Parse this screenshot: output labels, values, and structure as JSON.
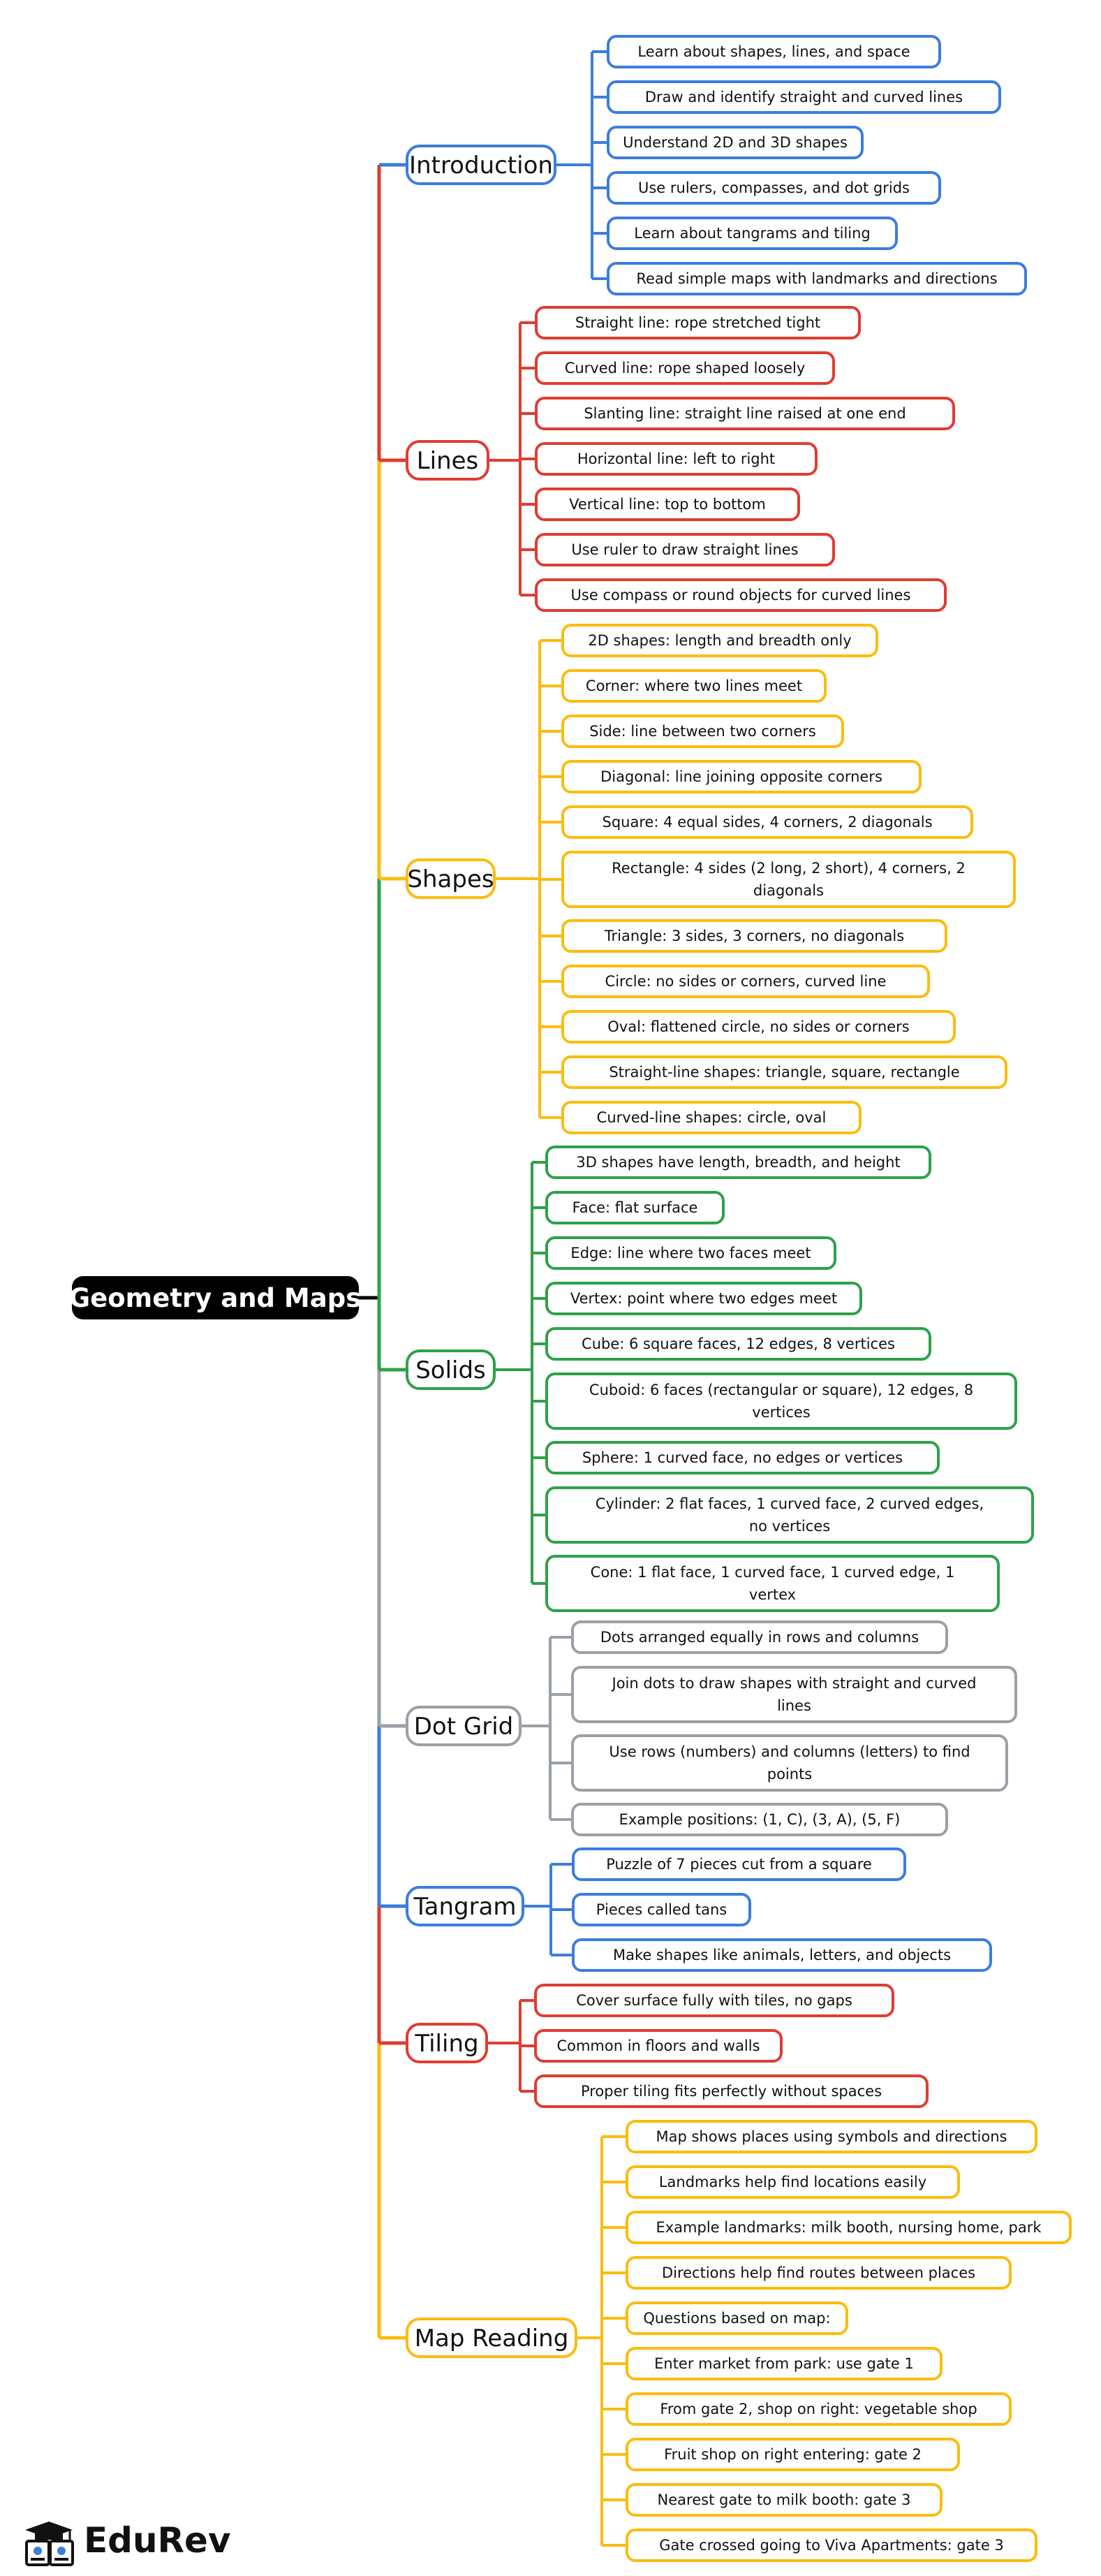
{
  "root": {
    "label": "Geometry and Maps",
    "color": "#000000"
  },
  "branches": [
    {
      "id": "introduction",
      "label": "Introduction",
      "color": "#3b7ddd",
      "items": [
        [
          "Learn about shapes, lines, and space"
        ],
        [
          "Draw and identify straight and curved lines"
        ],
        [
          "Understand 2D and 3D shapes"
        ],
        [
          "Use rulers, compasses, and dot grids"
        ],
        [
          "Learn about tangrams and tiling"
        ],
        [
          "Read simple maps with landmarks and directions"
        ]
      ]
    },
    {
      "id": "lines",
      "label": "Lines",
      "color": "#e03c31",
      "items": [
        [
          "Straight line: rope stretched tight"
        ],
        [
          "Curved line: rope shaped loosely"
        ],
        [
          "Slanting line: straight line raised at one end"
        ],
        [
          "Horizontal line: left to right"
        ],
        [
          "Vertical line: top to bottom"
        ],
        [
          "Use ruler to draw straight lines"
        ],
        [
          "Use compass or round objects for curved lines"
        ]
      ]
    },
    {
      "id": "shapes",
      "label": "Shapes",
      "color": "#fbbc0e",
      "items": [
        [
          "2D shapes: length and breadth only"
        ],
        [
          "Corner: where two lines meet"
        ],
        [
          "Side: line between two corners"
        ],
        [
          "Diagonal: line joining opposite corners"
        ],
        [
          "Square: 4 equal sides, 4 corners, 2 diagonals"
        ],
        [
          "Rectangle: 4 sides (2 long, 2 short), 4 corners, 2",
          "diagonals"
        ],
        [
          "Triangle: 3 sides, 3 corners, no diagonals"
        ],
        [
          "Circle: no sides or corners, curved line"
        ],
        [
          "Oval: flattened circle, no sides or corners"
        ],
        [
          "Straight-line shapes: triangle, square, rectangle"
        ],
        [
          "Curved-line shapes: circle, oval"
        ]
      ]
    },
    {
      "id": "solids",
      "label": "Solids",
      "color": "#2fa14a",
      "items": [
        [
          "3D shapes have length, breadth, and height"
        ],
        [
          "Face: flat surface"
        ],
        [
          "Edge: line where two faces meet"
        ],
        [
          "Vertex: point where two edges meet"
        ],
        [
          "Cube: 6 square faces, 12 edges, 8 vertices"
        ],
        [
          "Cuboid: 6 faces (rectangular or square), 12 edges, 8",
          "vertices"
        ],
        [
          "Sphere: 1 curved face, no edges or vertices"
        ],
        [
          "Cylinder: 2 flat faces, 1 curved face, 2 curved edges,",
          "no vertices"
        ],
        [
          "Cone: 1 flat face, 1 curved face, 1 curved edge, 1",
          "vertex"
        ]
      ]
    },
    {
      "id": "dot-grid",
      "label": "Dot Grid",
      "color": "#9aa0a6",
      "items": [
        [
          "Dots arranged equally in rows and columns"
        ],
        [
          "Join dots to draw shapes with straight and curved",
          "lines"
        ],
        [
          "Use rows (numbers) and columns (letters) to find",
          "points"
        ],
        [
          "Example positions: (1, C), (3, A), (5, F)"
        ]
      ]
    },
    {
      "id": "tangram",
      "label": "Tangram",
      "color": "#3b7ddd",
      "items": [
        [
          "Puzzle of 7 pieces cut from a square"
        ],
        [
          "Pieces called tans"
        ],
        [
          "Make shapes like animals, letters, and objects"
        ]
      ]
    },
    {
      "id": "tiling",
      "label": "Tiling",
      "color": "#e03c31",
      "items": [
        [
          "Cover surface fully with tiles, no gaps"
        ],
        [
          "Common in floors and walls"
        ],
        [
          "Proper tiling fits perfectly without spaces"
        ]
      ]
    },
    {
      "id": "map-reading",
      "label": "Map Reading",
      "color": "#fbbc0e",
      "items": [
        [
          "Map shows places using symbols and directions"
        ],
        [
          "Landmarks help find locations easily"
        ],
        [
          "Example landmarks: milk booth, nursing home, park"
        ],
        [
          "Directions help find routes between places"
        ],
        [
          "Questions based on map:"
        ],
        [
          "Enter market from park: use gate 1"
        ],
        [
          "From gate 2, shop on right: vegetable shop"
        ],
        [
          "Fruit shop on right entering: gate 2"
        ],
        [
          "Nearest gate to milk booth: gate 3"
        ],
        [
          "Gate crossed going to Viva Apartments: gate 3"
        ]
      ]
    }
  ],
  "trunk_colors": [
    "#3b7ddd",
    "#e03c31",
    "#fbbc0e",
    "#2fa14a",
    "#9aa0a6",
    "#3b7ddd",
    "#e03c31",
    "#fbbc0e"
  ],
  "logo": {
    "brand": "EduRev",
    "icon": "graduation-cap-book-icon"
  }
}
